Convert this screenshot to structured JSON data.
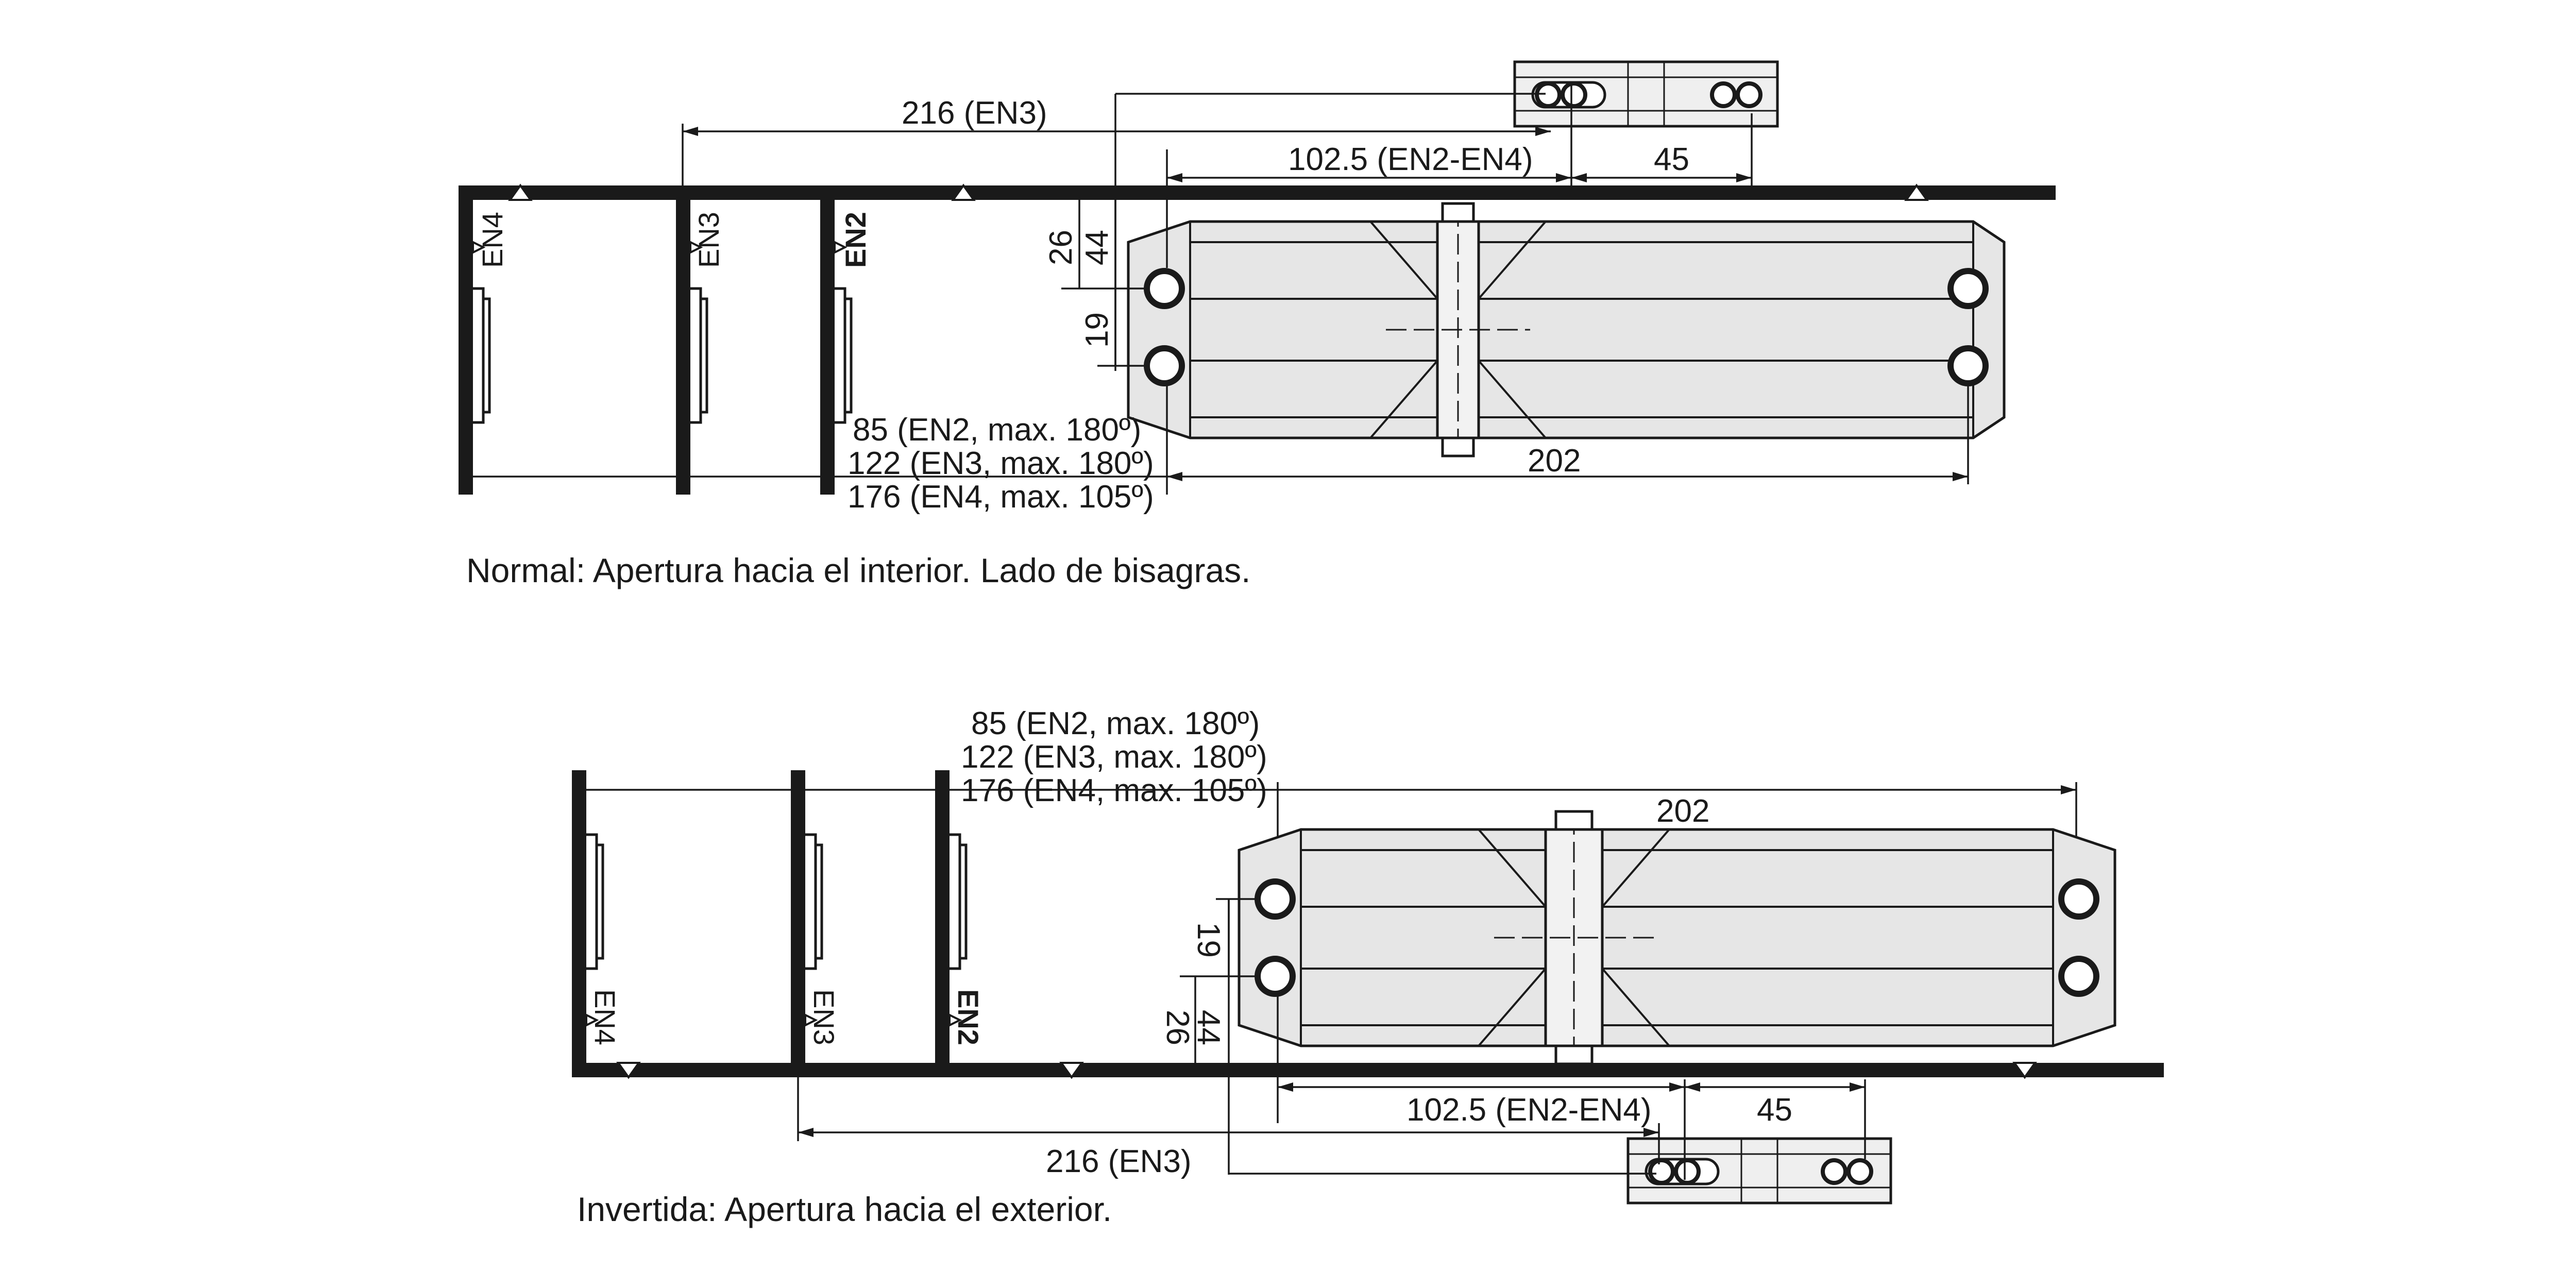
{
  "normal": {
    "caption": "Normal: Apertura hacia el interior. Lado de bisagras.",
    "dim_216": "216 (EN3)",
    "dim_1025": "102.5 (EN2-EN4)",
    "dim_45": "45",
    "dim_26": "26",
    "dim_44": "44",
    "dim_19": "19",
    "dim_202": "202",
    "dim_85": "85 (EN2, max. 180º)",
    "dim_122": "122 (EN3, max. 180º)",
    "dim_176": "176 (EN4, max. 105º)",
    "label_en4": "EN4",
    "label_en3": "EN3",
    "label_en2": "EN2"
  },
  "invertida": {
    "caption": "Invertida: Apertura hacia el exterior.",
    "dim_216": "216 (EN3)",
    "dim_1025": "102.5 (EN2-EN4)",
    "dim_45": "45",
    "dim_26": "26",
    "dim_44": "44",
    "dim_19": "19",
    "dim_202": "202",
    "dim_85": "85 (EN2, max. 180º)",
    "dim_122": "122 (EN3, max. 180º)",
    "dim_176": "176 (EN4, max. 105º)",
    "label_en4": "EN4",
    "label_en3": "EN3",
    "label_en2": "EN2"
  },
  "colors": {
    "line": "#1a1a1a",
    "closer_fill": "#e6e6e6",
    "bracket_fill": "#efefef"
  }
}
